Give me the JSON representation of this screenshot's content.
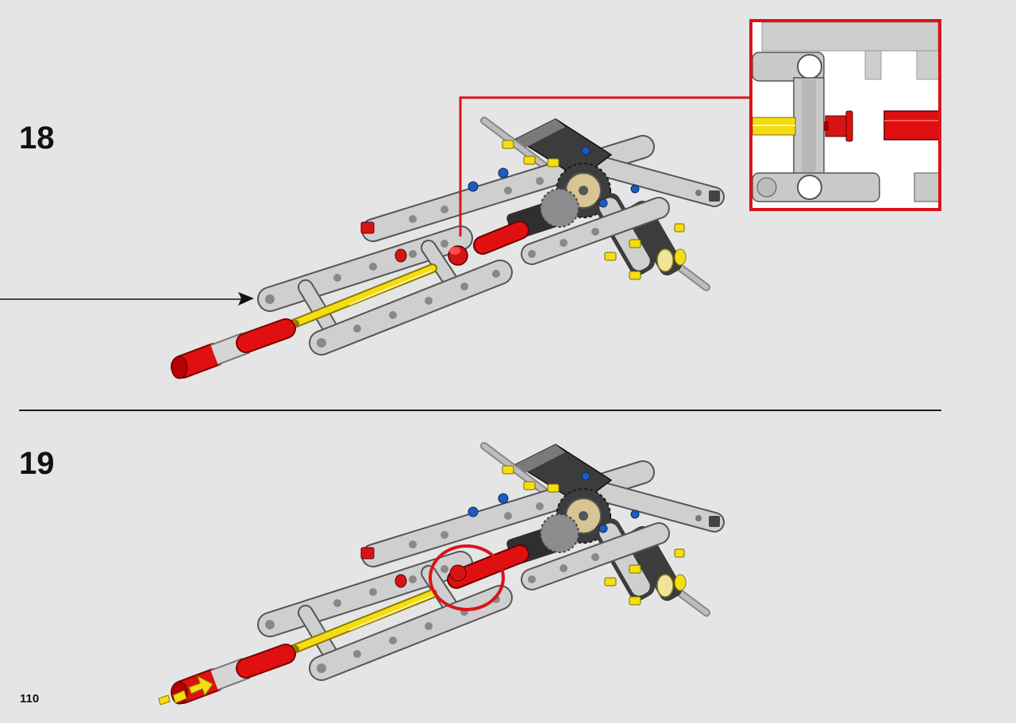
{
  "steps": [
    {
      "number": "18"
    },
    {
      "number": "19"
    }
  ],
  "page": {
    "number": "110"
  },
  "icons": {
    "insert_arrow": "black-arrow-icon",
    "push_arrow": "yellow-motion-arrow-icon",
    "callout": "zoom-callout-box",
    "highlight": "red-circle-highlight"
  },
  "colors": {
    "background": "#e5e5e5",
    "text": "#111111",
    "callout_border": "#d9141b",
    "beam_gray": "#c9c9c9",
    "dark_gray": "#3c3c3c",
    "axle_yellow": "#f5dd12",
    "axle_red": "#e01010",
    "pin_blue": "#1d5bbf",
    "gear_tan": "#d8c594"
  }
}
